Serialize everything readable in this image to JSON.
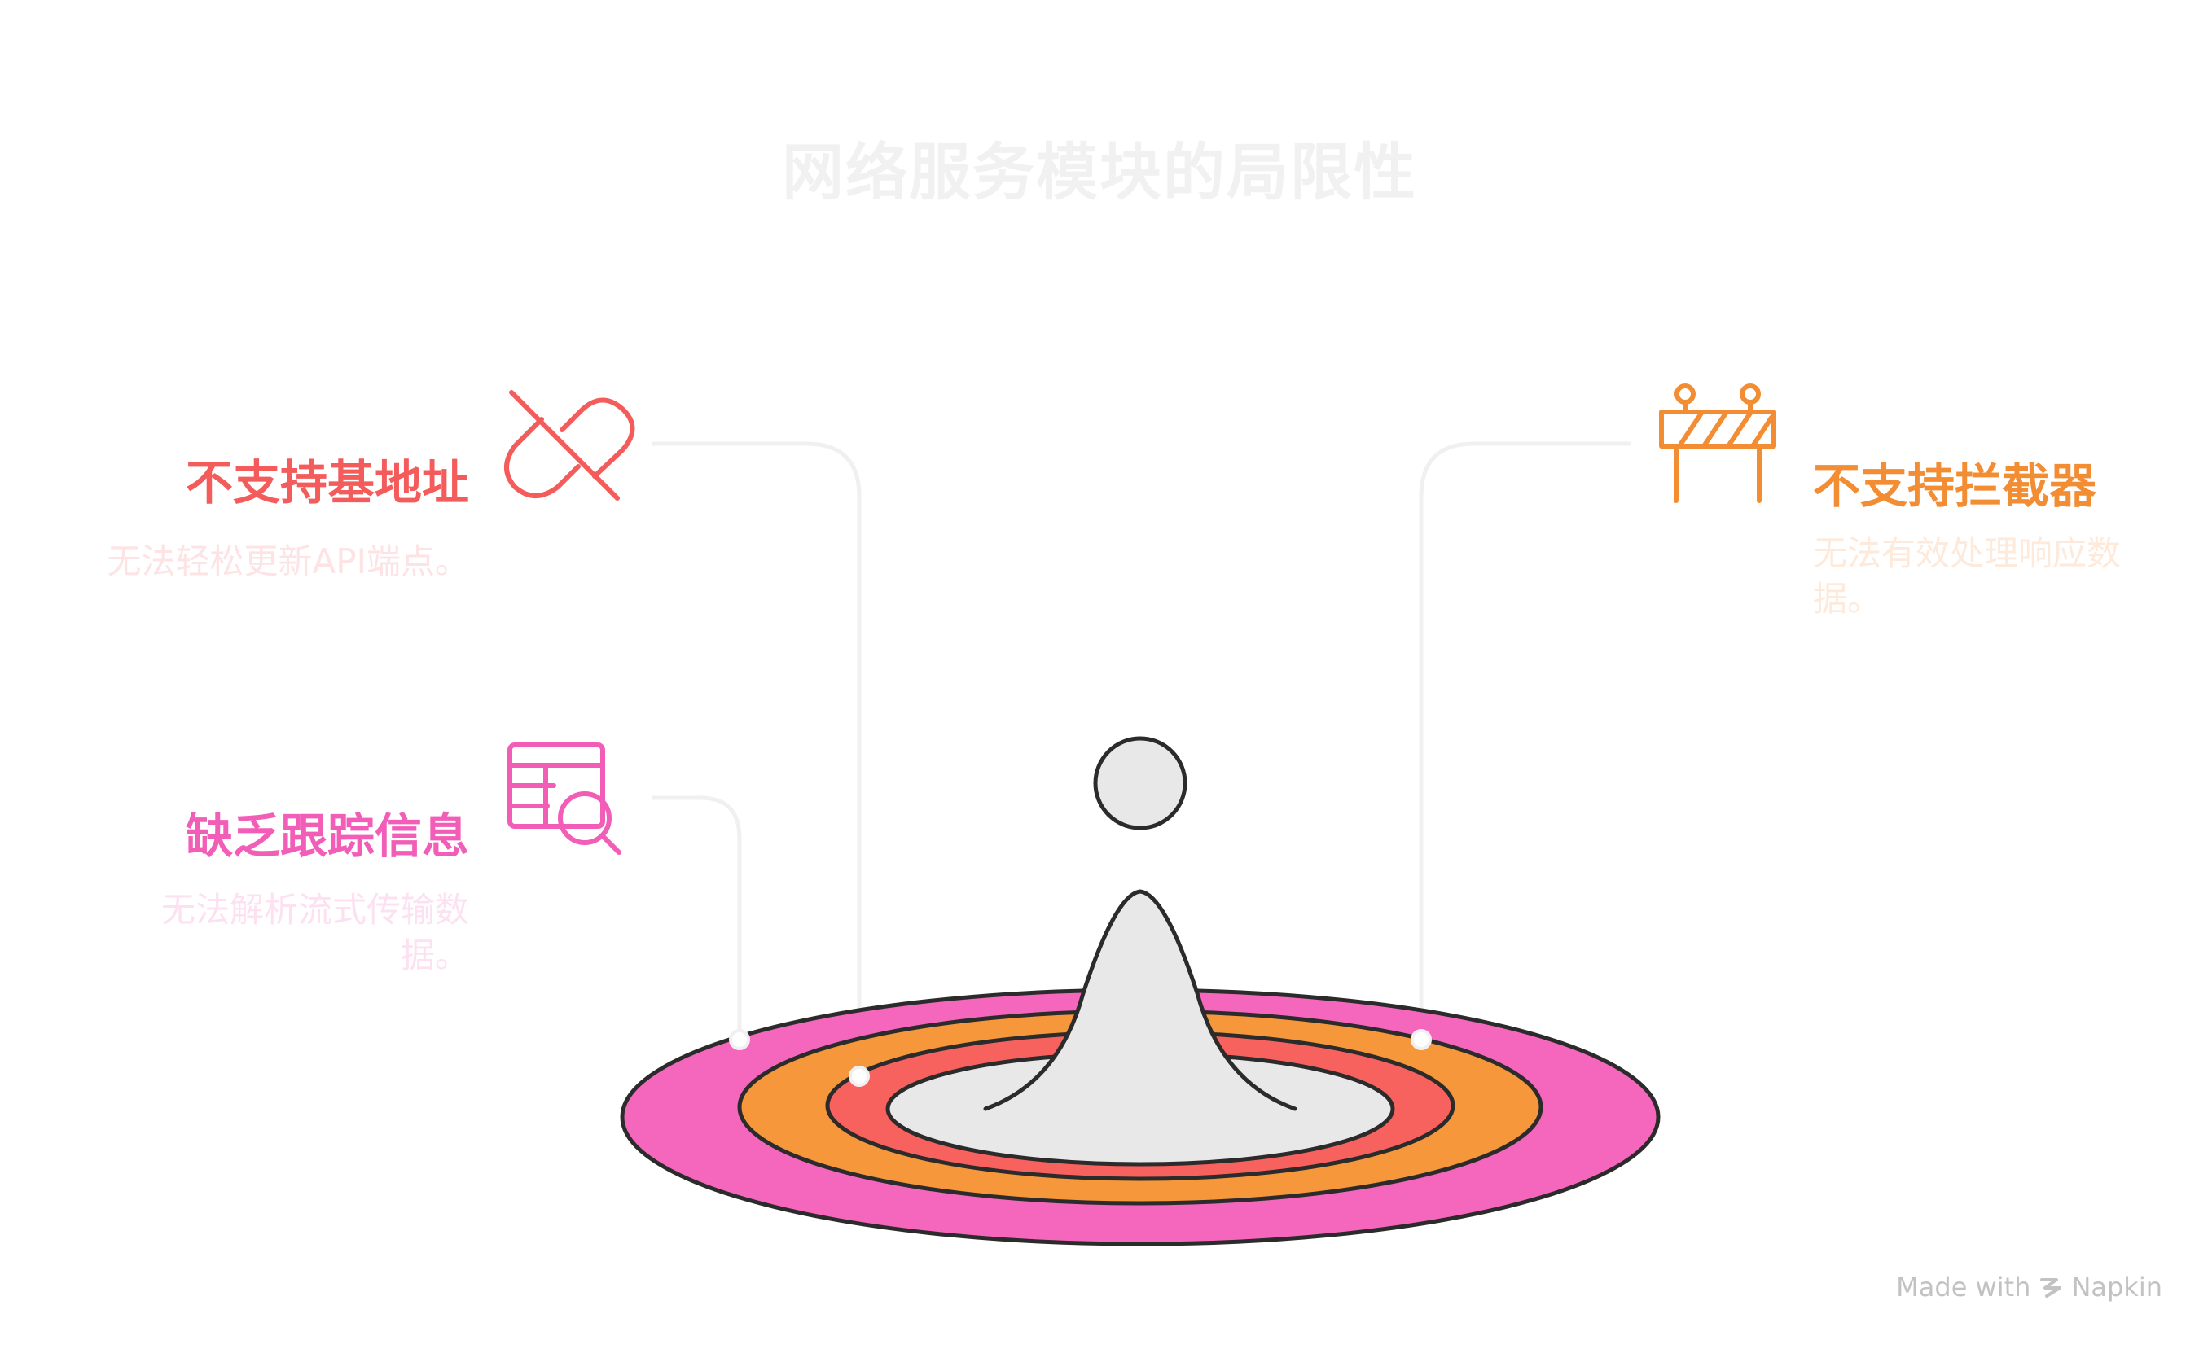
{
  "title": "网络服务模块的局限性",
  "items": [
    {
      "label": "不支持基地址",
      "desc": "无法轻松更新API端点。",
      "color": "#f45b5b",
      "icon": "broken-link-icon"
    },
    {
      "label": "缺乏跟踪信息",
      "desc": "无法解析流式传输数据。",
      "color": "#f25db8",
      "icon": "table-search-icon"
    },
    {
      "label": "不支持拦截器",
      "desc": "无法有效处理响应数据。",
      "color": "#f38d33",
      "icon": "barrier-icon"
    }
  ],
  "watermark": {
    "prefix": "Made with",
    "brand": "Napkin"
  },
  "colors": {
    "outer_ring": "#f566bd",
    "middle_ring": "#f5973a",
    "inner_ring": "#f8625e",
    "center": "#e8e8e8",
    "outline": "#2b2b2b",
    "connector": "#f0f0f0"
  }
}
